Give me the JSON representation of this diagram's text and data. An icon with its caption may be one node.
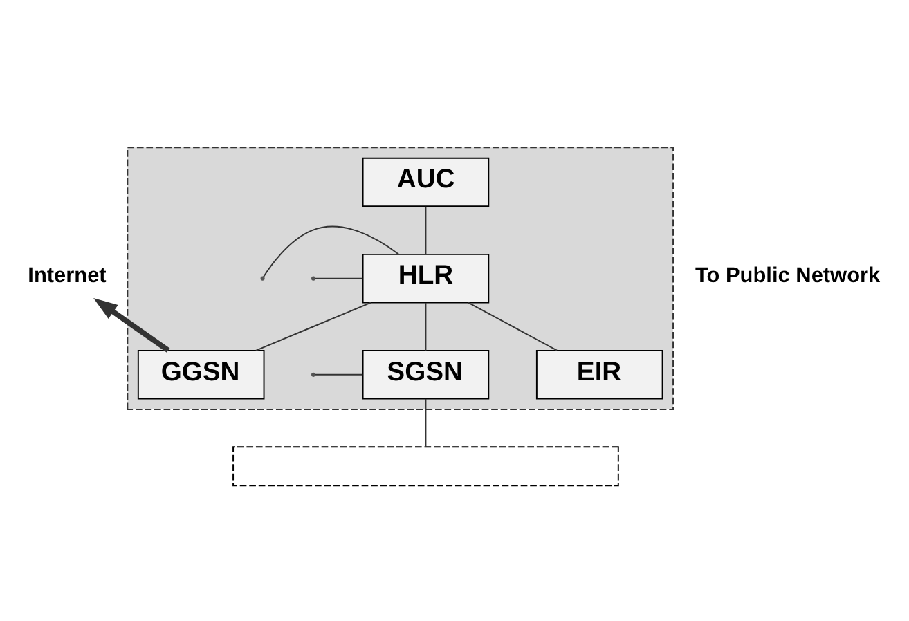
{
  "diagram": {
    "nodes": [
      {
        "text": [
          "Internet"
        ]
      },
      {
        "text": [],
        "shape": "box"
      },
      {
        "text": [
          "AUC"
        ],
        "in": 1
      },
      {
        "text": [
          "GGSN"
        ],
        "in": 1
      },
      {
        "text": [
          "HLR"
        ],
        "in": 1
      },
      {
        "text": [
          "SGSN"
        ],
        "in": 1
      },
      {
        "text": [
          "EIR"
        ],
        "in": 1
      },
      {
        "text": [],
        "shape": "box"
      }
    ],
    "edges": [
      {
        "from": 3,
        "to": 0,
        "arrow": "to",
        "style": "thick"
      },
      {
        "from": 2,
        "to": 4,
        "arrow": "none"
      },
      {
        "from": null,
        "to": 4,
        "arrow": "none"
      },
      {
        "from": null,
        "to": 4,
        "arrow": "none"
      },
      {
        "from": 4,
        "to": 3,
        "arrow": "none"
      },
      {
        "from": 4,
        "to": 5,
        "arrow": "none"
      },
      {
        "from": 4,
        "to": 6,
        "arrow": "none"
      },
      {
        "from": null,
        "to": 5,
        "arrow": "none"
      },
      {
        "from": 5,
        "to": 7,
        "arrow": "none"
      }
    ],
    "labels": [
      "To Public Network"
    ]
  }
}
